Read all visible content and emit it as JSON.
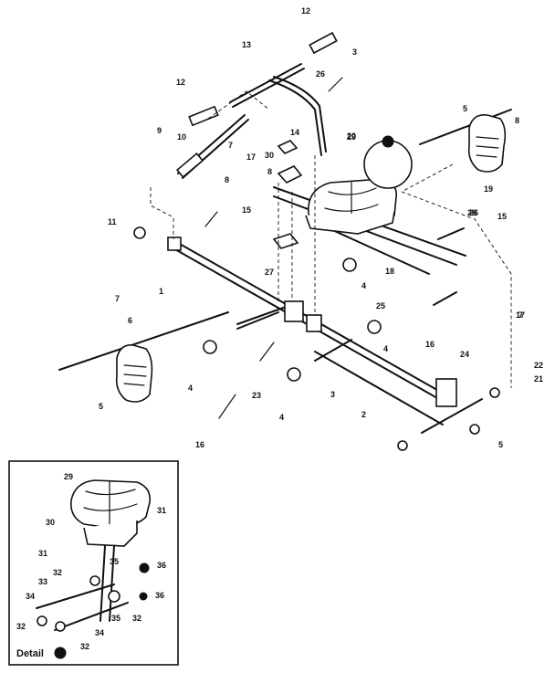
{
  "diagram": {
    "labels": {
      "p1": "1",
      "p2": "2",
      "p3a": "3",
      "p3b": "3",
      "p4a": "4",
      "p4b": "4",
      "p4c": "4",
      "p4d": "4",
      "p5a": "5",
      "p5b": "5",
      "p5c": "5",
      "p6": "6",
      "p7a": "7",
      "p7b": "7",
      "p7c": "7",
      "p8a": "8",
      "p8b": "8",
      "p8c": "8",
      "p9": "9",
      "p10": "10",
      "p11": "11",
      "p12a": "12",
      "p12b": "12",
      "p13": "13",
      "p14": "14",
      "p15a": "15",
      "p15b": "15",
      "p16a": "16",
      "p16b": "16",
      "p17a": "17",
      "p17b": "17",
      "p18": "18",
      "p19": "19",
      "p20": "20",
      "p21": "21",
      "p22": "22",
      "p23": "23",
      "p24": "24",
      "p25": "25",
      "p26a": "26",
      "p26b": "26",
      "p27": "27",
      "p28": "28",
      "p29": "29",
      "p30": "30"
    },
    "detail": {
      "title": "Detail",
      "labels": {
        "d29": "29",
        "d30": "30",
        "d31a": "31",
        "d31b": "31",
        "d32a": "32",
        "d32b": "32",
        "d32c": "32",
        "d32d": "32",
        "d33": "33",
        "d34a": "34",
        "d34b": "34",
        "d35a": "35",
        "d35b": "35",
        "d36a": "36",
        "d36b": "36"
      }
    }
  }
}
